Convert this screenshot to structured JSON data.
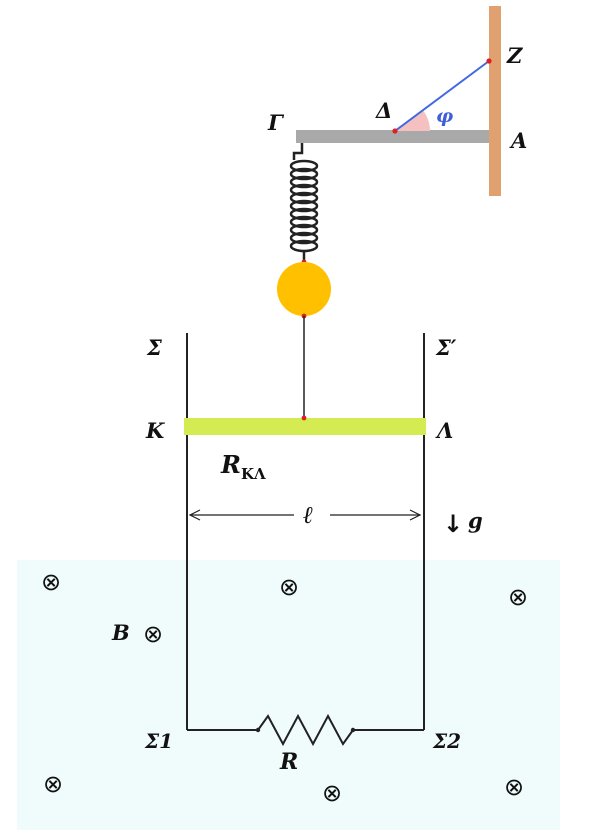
{
  "labels": {
    "Z": "Z",
    "A": "A",
    "Gamma": "Γ",
    "Delta": "Δ",
    "phi": "φ",
    "Sigma": "Σ",
    "Sigma_prime": "Σ′",
    "K": "K",
    "Lambda": "Λ",
    "R_KL_base": "R",
    "R_KL_sub": "KΛ",
    "ell": "ℓ",
    "g": "g",
    "B": "B",
    "Sigma1": "Σ1",
    "Sigma2": "Σ2",
    "R": "R"
  },
  "symbols": {
    "field_into_page": "⊗",
    "arrow_down": "↓"
  },
  "colors": {
    "wall": "#e0a070",
    "rod": "#a9a9a9",
    "string": "#4169e1",
    "angle": "#f5c0c0",
    "ball": "#ffc000",
    "bar": "#d4ec52",
    "field_region": "#f0fcfc",
    "point": "#e02020",
    "phi_label": "#3f5fd8"
  }
}
